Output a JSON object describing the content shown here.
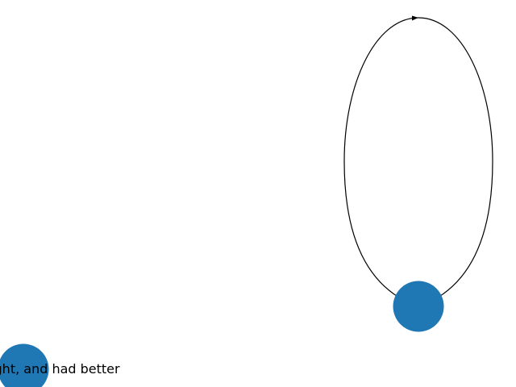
{
  "graph": {
    "node_color": "#1f77b4",
    "edge_color": "#000000",
    "nodes": [
      {
        "id": "self-loop-node",
        "label": ""
      },
      {
        "id": "modal-node",
        "label": "should, ought, and had better"
      }
    ],
    "edges": [
      {
        "from": "self-loop-node",
        "to": "self-loop-node",
        "directed": true
      }
    ]
  }
}
